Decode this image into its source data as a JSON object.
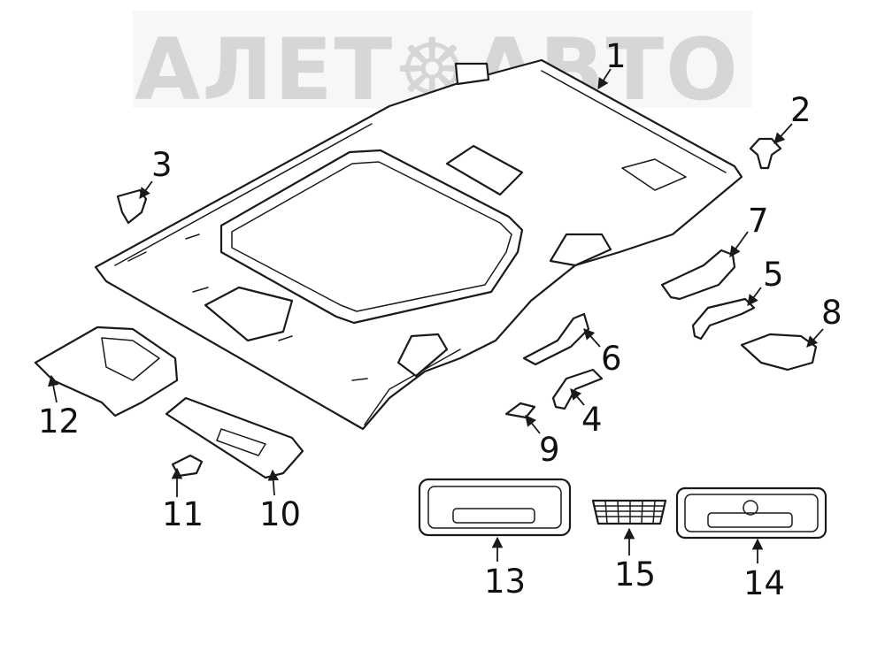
{
  "watermark": {
    "text": "АЛЕТ☸АВТО",
    "color": "#d6d6d6"
  },
  "callouts": [
    {
      "id": "1",
      "label": "1"
    },
    {
      "id": "2",
      "label": "2"
    },
    {
      "id": "3",
      "label": "3"
    },
    {
      "id": "4",
      "label": "4"
    },
    {
      "id": "5",
      "label": "5"
    },
    {
      "id": "6",
      "label": "6"
    },
    {
      "id": "7",
      "label": "7"
    },
    {
      "id": "8",
      "label": "8"
    },
    {
      "id": "9",
      "label": "9"
    },
    {
      "id": "10",
      "label": "10"
    },
    {
      "id": "11",
      "label": "11"
    },
    {
      "id": "12",
      "label": "12"
    },
    {
      "id": "13",
      "label": "13"
    },
    {
      "id": "14",
      "label": "14"
    },
    {
      "id": "15",
      "label": "15"
    }
  ],
  "colors": {
    "line": "#1a1a1a",
    "background": "#ffffff"
  }
}
